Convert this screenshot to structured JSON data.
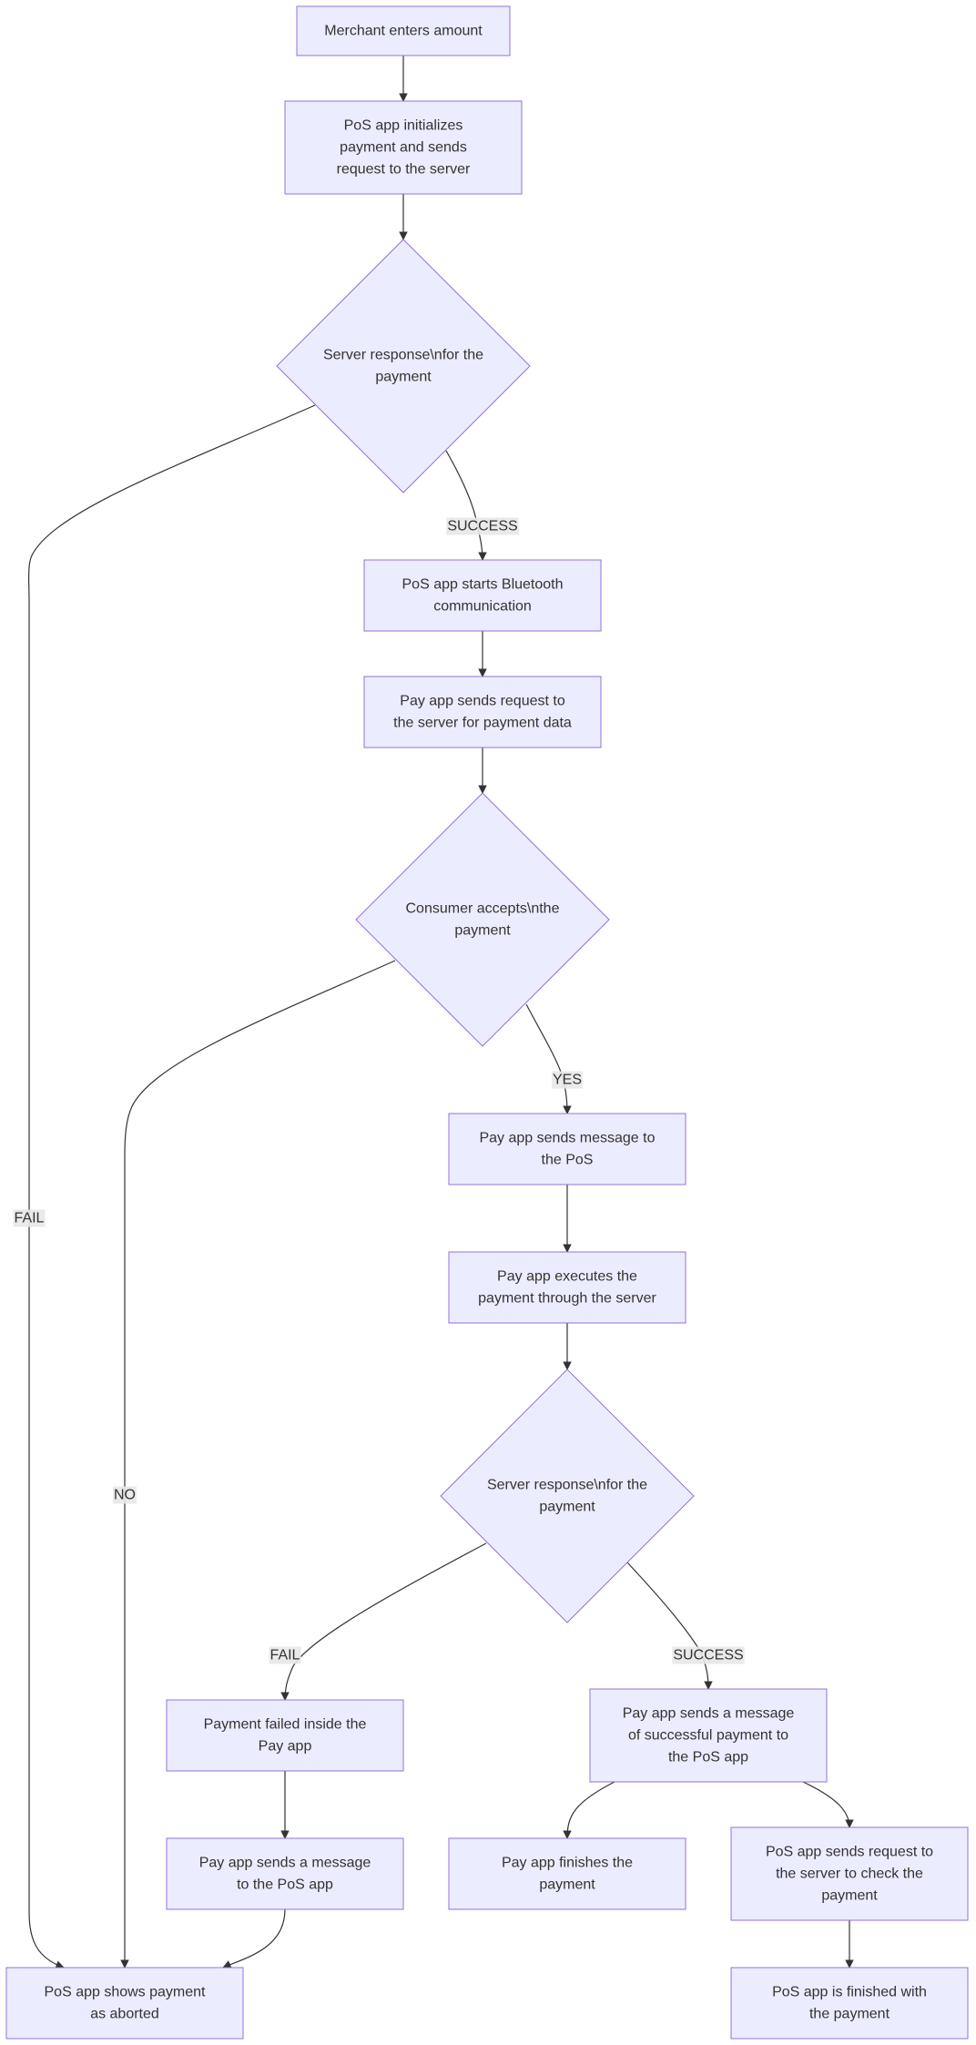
{
  "diagram": {
    "type": "flowchart",
    "nodes": [
      {
        "id": "merchant",
        "shape": "rect",
        "lines": [
          "Merchant enters amount"
        ]
      },
      {
        "id": "pos_init",
        "shape": "rect",
        "lines": [
          "PoS app initializes",
          "payment and sends",
          "request to the server"
        ]
      },
      {
        "id": "server1",
        "shape": "diamond",
        "lines": [
          "Server response\\nfor the",
          "payment"
        ]
      },
      {
        "id": "bt",
        "shape": "rect",
        "lines": [
          "PoS app starts Bluetooth",
          "communication"
        ]
      },
      {
        "id": "pay_req",
        "shape": "rect",
        "lines": [
          "Pay app sends request to",
          "the server for payment data"
        ]
      },
      {
        "id": "consumer",
        "shape": "diamond",
        "lines": [
          "Consumer accepts\\nthe",
          "payment"
        ]
      },
      {
        "id": "pay_msg",
        "shape": "rect",
        "lines": [
          "Pay app sends message to",
          "the PoS"
        ]
      },
      {
        "id": "pay_exec",
        "shape": "rect",
        "lines": [
          "Pay app executes the",
          "payment through the server"
        ]
      },
      {
        "id": "server2",
        "shape": "diamond",
        "lines": [
          "Server response\\nfor the",
          "payment"
        ]
      },
      {
        "id": "fail_inside",
        "shape": "rect",
        "lines": [
          "Payment failed inside the",
          "Pay app"
        ]
      },
      {
        "id": "pay_success_msg",
        "shape": "rect",
        "lines": [
          "Pay app sends a message",
          "of successful payment to",
          "the PoS app"
        ]
      },
      {
        "id": "fail_msg",
        "shape": "rect",
        "lines": [
          "Pay app sends a message",
          "to the PoS app"
        ]
      },
      {
        "id": "pay_finish",
        "shape": "rect",
        "lines": [
          "Pay app finishes the",
          "payment"
        ]
      },
      {
        "id": "pos_check",
        "shape": "rect",
        "lines": [
          "PoS app sends request to",
          "the server to check the",
          "payment"
        ]
      },
      {
        "id": "aborted",
        "shape": "rect",
        "lines": [
          "PoS app shows payment",
          "as aborted"
        ]
      },
      {
        "id": "pos_finished",
        "shape": "rect",
        "lines": [
          "PoS app is finished with",
          "the payment"
        ]
      }
    ],
    "edges": [
      {
        "from": "merchant",
        "to": "pos_init",
        "label": ""
      },
      {
        "from": "pos_init",
        "to": "server1",
        "label": ""
      },
      {
        "from": "server1",
        "to": "bt",
        "label": "SUCCESS"
      },
      {
        "from": "server1",
        "to": "aborted",
        "label": "FAIL"
      },
      {
        "from": "bt",
        "to": "pay_req",
        "label": ""
      },
      {
        "from": "pay_req",
        "to": "consumer",
        "label": ""
      },
      {
        "from": "consumer",
        "to": "pay_msg",
        "label": "YES"
      },
      {
        "from": "consumer",
        "to": "aborted",
        "label": "NO"
      },
      {
        "from": "pay_msg",
        "to": "pay_exec",
        "label": ""
      },
      {
        "from": "pay_exec",
        "to": "server2",
        "label": ""
      },
      {
        "from": "server2",
        "to": "fail_inside",
        "label": "FAIL"
      },
      {
        "from": "server2",
        "to": "pay_success_msg",
        "label": "SUCCESS"
      },
      {
        "from": "fail_inside",
        "to": "fail_msg",
        "label": ""
      },
      {
        "from": "fail_msg",
        "to": "aborted",
        "label": ""
      },
      {
        "from": "pay_success_msg",
        "to": "pay_finish",
        "label": ""
      },
      {
        "from": "pay_success_msg",
        "to": "pos_check",
        "label": ""
      },
      {
        "from": "pos_check",
        "to": "pos_finished",
        "label": ""
      }
    ]
  }
}
